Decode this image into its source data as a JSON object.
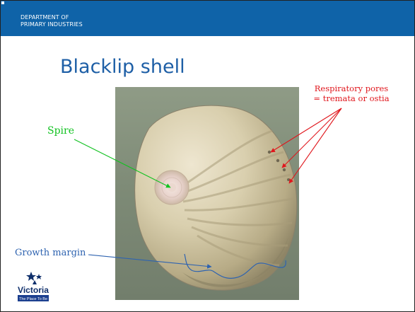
{
  "header": {
    "dept_line1": "DEPARTMENT OF",
    "dept_line2": "PRIMARY INDUSTRIES",
    "band_color": "#0f63a8"
  },
  "slide": {
    "title": "Blacklip shell",
    "title_color": "#1e5fa6"
  },
  "annotations": {
    "spire": {
      "text": "Spire",
      "color": "#11c220"
    },
    "respiratory_pores": {
      "line1": "Respiratory pores",
      "line2": "= tremata or ostia",
      "color": "#e0161c"
    },
    "growth_margin": {
      "text": "Growth margin",
      "color": "#2e63b0"
    }
  },
  "logo": {
    "wordmark": "Victoria",
    "tagline": "The Place To Be"
  }
}
